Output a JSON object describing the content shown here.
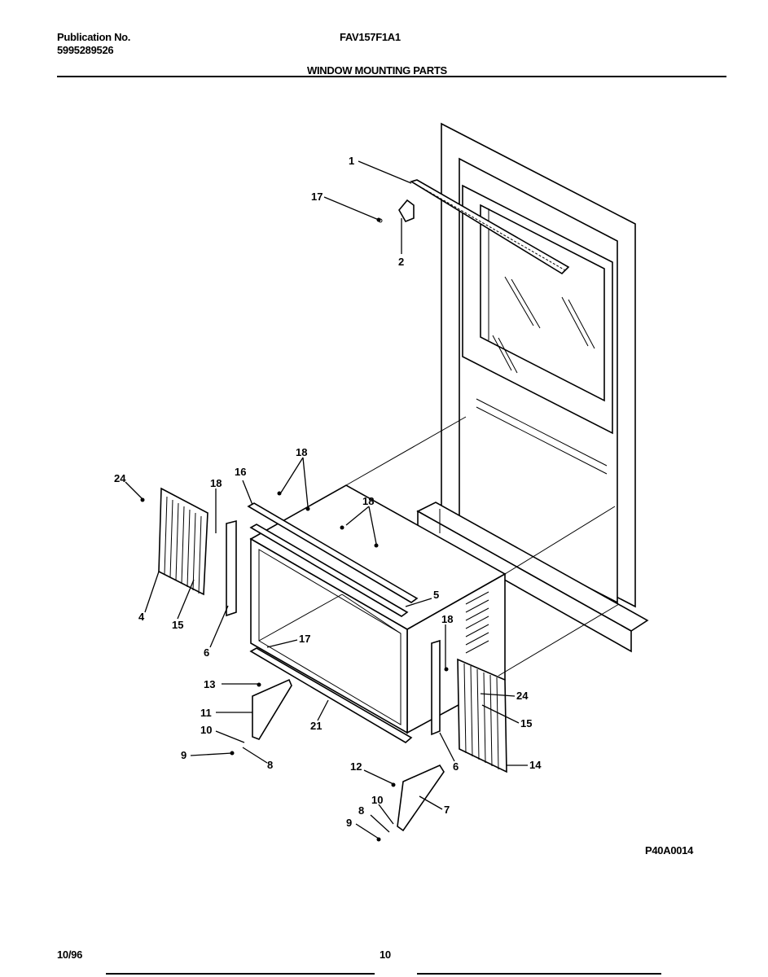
{
  "header": {
    "publication_label": "Publication No.",
    "publication_number": "5995289526",
    "model": "FAV157F1A1",
    "section_title": "WINDOW MOUNTING PARTS"
  },
  "figure_code": "P40A0014",
  "footer": {
    "date": "10/96",
    "page": "10"
  },
  "callouts": {
    "c1": "1",
    "c17a": "17",
    "c2": "2",
    "c18a": "18",
    "c16": "16",
    "c18b": "18",
    "c24a": "24",
    "c18c": "18",
    "c5": "5",
    "c4": "4",
    "c15a": "15",
    "c6a": "6",
    "c17b": "17",
    "c18d": "18",
    "c13": "13",
    "c24b": "24",
    "c11": "11",
    "c15b": "15",
    "c21": "21",
    "c10a": "10",
    "c9a": "9",
    "c8a": "8",
    "c6b": "6",
    "c14": "14",
    "c12": "12",
    "c7": "7",
    "c10b": "10",
    "c8b": "8",
    "c9b": "9"
  }
}
